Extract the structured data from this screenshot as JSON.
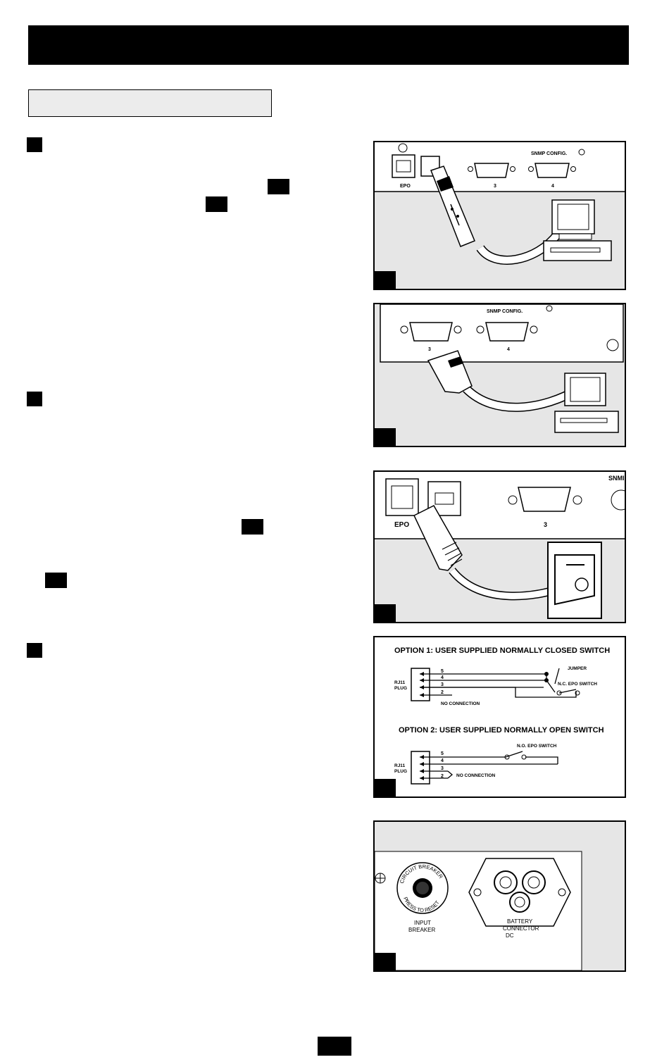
{
  "panels": {
    "usb_port_labels": {
      "epo": "EPO",
      "port3": "3",
      "port4": "4",
      "snmp": "SNMP CONFIG."
    },
    "serial_port_labels": {
      "snmp": "SNMP CONFIG.",
      "port3": "3",
      "port4": "4"
    },
    "epo_port_labels": {
      "epo": "EPO",
      "port3": "3",
      "snmp_partial": "SNMI"
    },
    "wiring": {
      "option1_title": "OPTION 1: USER SUPPLIED NORMALLY CLOSED SWITCH",
      "option2_title": "OPTION 2: USER SUPPLIED NORMALLY OPEN SWITCH",
      "jumper": "JUMPER",
      "nc_switch": "N.C. EPO SWITCH",
      "no_switch": "N.O. EPO SWITCH",
      "no_connection": "NO CONNECTION",
      "rj11": "RJ11",
      "plug": "PLUG",
      "pins": [
        "5",
        "4",
        "3",
        "2"
      ]
    },
    "breaker": {
      "circuit_breaker": "CIRCUIT BREAKER",
      "press_to_reset": "PRESS TO RESET",
      "input_breaker_l1": "INPUT",
      "input_breaker_l2": "BREAKER",
      "battery_l1": "BATTERY",
      "battery_l2": "CONNECTOR",
      "battery_l3": "DC"
    }
  },
  "icons": [
    "usb-icon",
    "computer-icon",
    "switch-icon"
  ]
}
